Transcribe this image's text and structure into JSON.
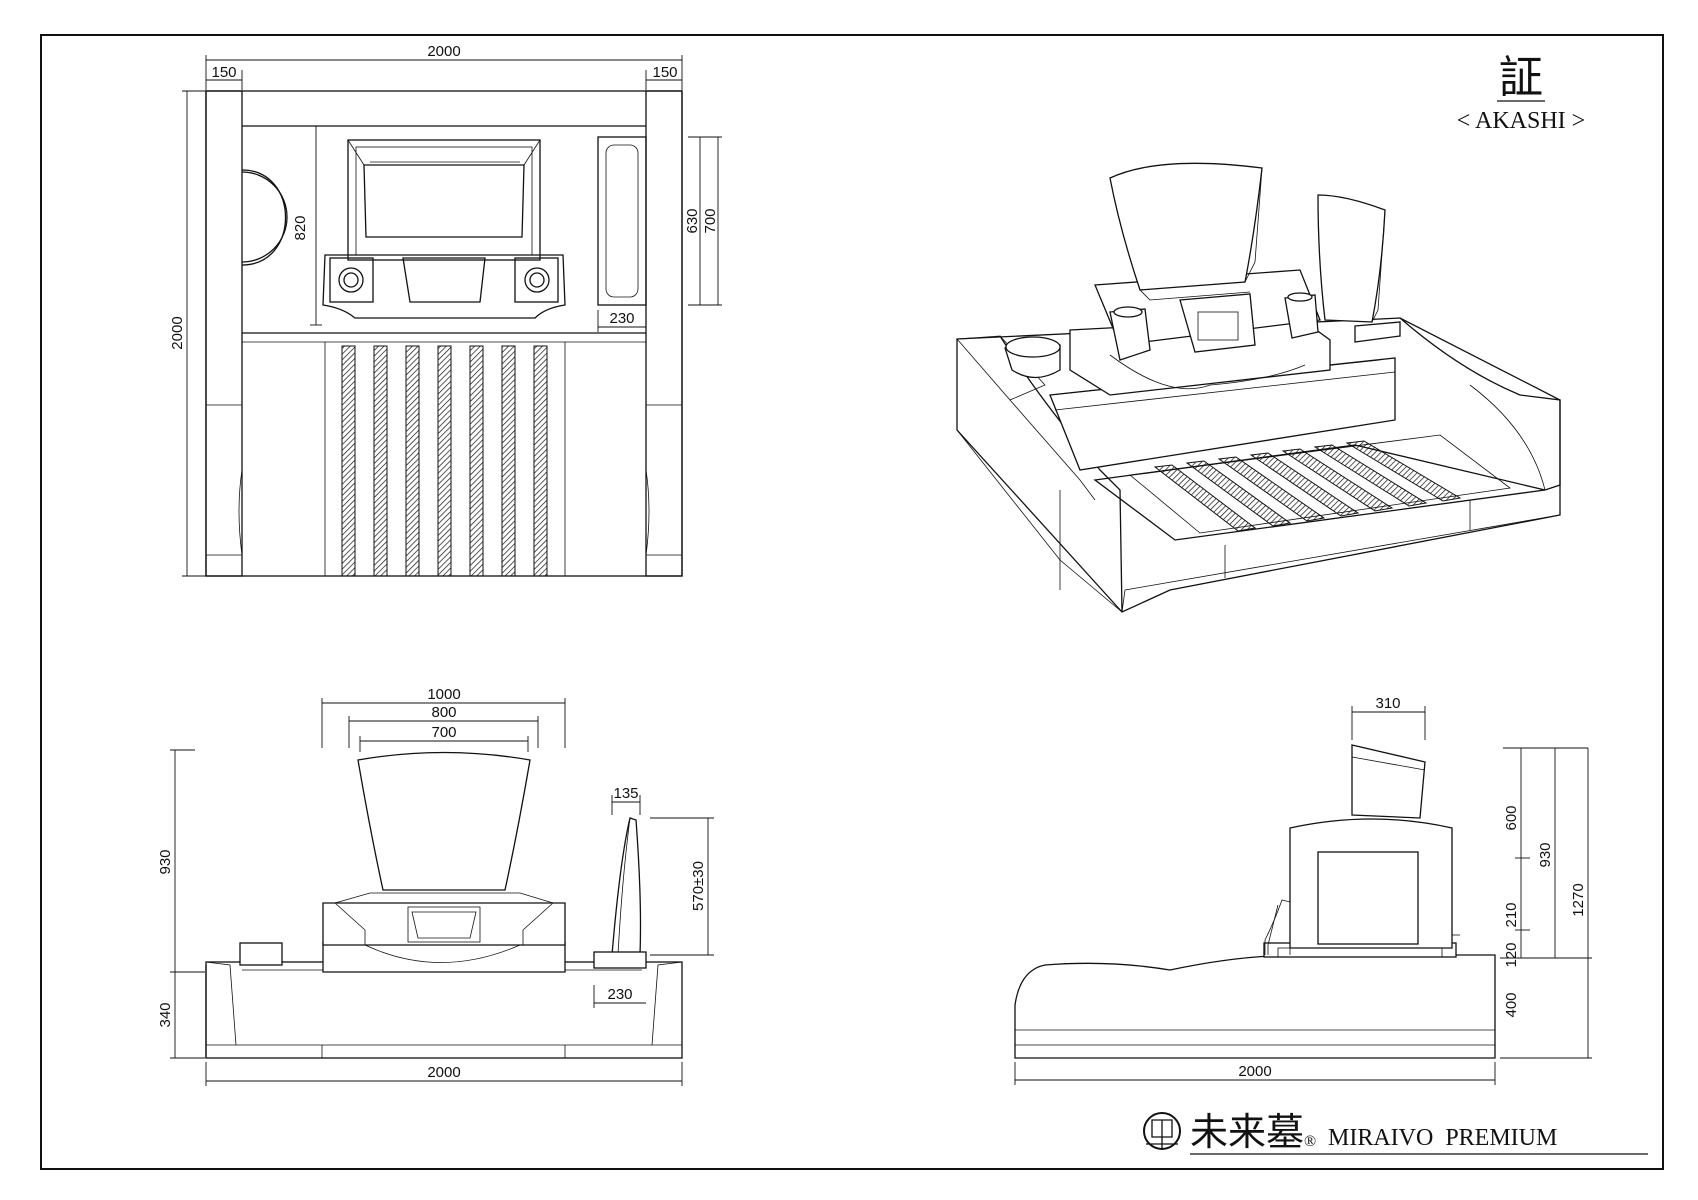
{
  "title": {
    "kanji": "証",
    "romaji": "< AKASHI >"
  },
  "brand": {
    "kanji": "未来墓",
    "registered": "®",
    "name": "MIRAIVO  PREMIUM"
  },
  "plan_view": {
    "overall_width": "2000",
    "left_post": "150",
    "right_post": "150",
    "overall_depth": "2000",
    "inner_depth": "820",
    "plaque_outer": "700",
    "plaque_inner": "630",
    "plaque_width": "230"
  },
  "front_view": {
    "base_width": "2000",
    "stone_w1": "1000",
    "stone_w2": "800",
    "stone_w3": "700",
    "stone_height": "930",
    "base_height": "340",
    "plaque_thickness": "135",
    "plaque_height": "570±30",
    "plaque_base": "230"
  },
  "side_view": {
    "depth": "2000",
    "top_depth": "310",
    "h_stone": "600",
    "h_total_stone": "930",
    "h_middle": "210",
    "h_lower": "120",
    "h_base": "400",
    "h_total": "1270"
  }
}
